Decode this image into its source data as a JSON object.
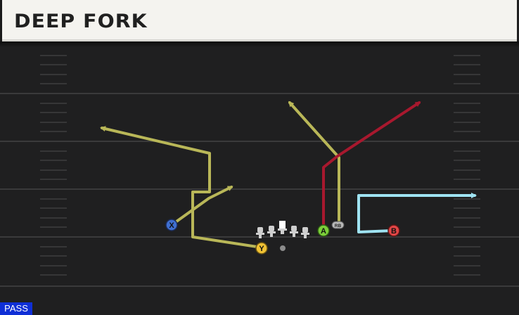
{
  "play": {
    "title": "DEEP FORK",
    "type": "PASS"
  },
  "players": {
    "x": "X",
    "y": "Y",
    "a": "A",
    "b": "B",
    "rb": "RB"
  },
  "colors": {
    "field": "#1f1f20",
    "yard_lines": "#3a3a3b",
    "route_yellow": "#b9b758",
    "route_red": "#a8182e",
    "route_light_blue": "#9fe3f2",
    "player_x": "#3f6fd0",
    "player_y": "#f0c234",
    "player_a": "#7ccf3a",
    "player_b": "#e04545",
    "player_rb": "#b8b8b8",
    "badge": "#0f2fd6"
  }
}
